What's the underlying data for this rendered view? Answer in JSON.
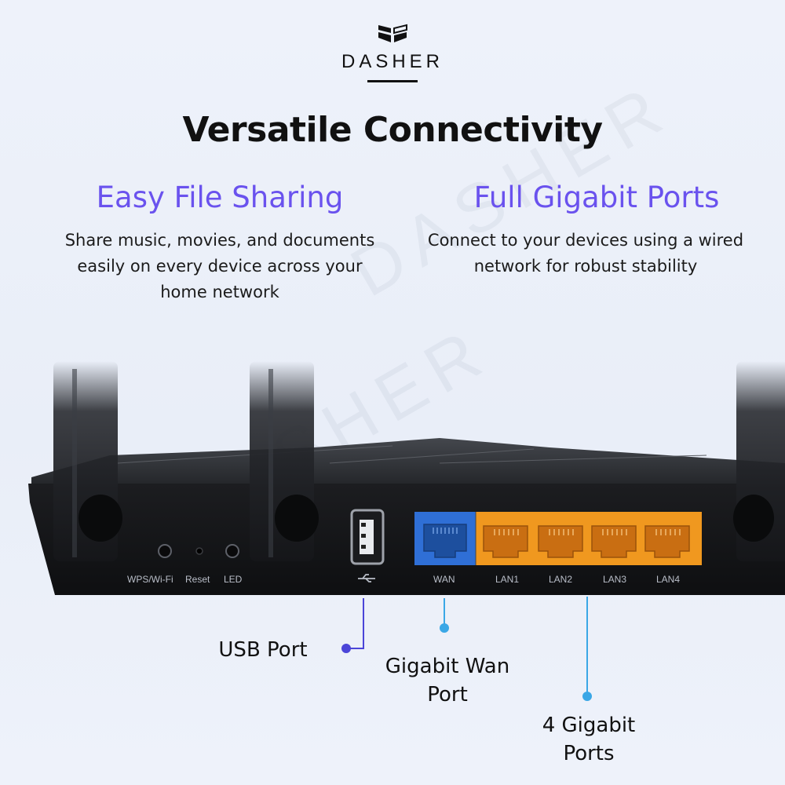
{
  "brand": {
    "name": "DASHER",
    "watermark": "DASHER"
  },
  "title": "Versatile Connectivity",
  "features": [
    {
      "heading": "Easy File Sharing",
      "lines": [
        "Share music, movies, and documents",
        "easily on every device across your",
        "home network"
      ]
    },
    {
      "heading": "Full Gigabit Ports",
      "lines": [
        "Connect to your devices using a wired",
        "network for robust stability"
      ]
    }
  ],
  "router": {
    "button_labels": [
      "WPS/Wi-Fi",
      "Reset",
      "LED"
    ],
    "port_labels": [
      "WAN",
      "LAN1",
      "LAN2",
      "LAN3",
      "LAN4"
    ]
  },
  "callouts": {
    "usb": "USB Port",
    "wan": [
      "Gigabit Wan",
      "Port"
    ],
    "lan": [
      "4 Gigabit",
      "Ports"
    ]
  },
  "colors": {
    "accent": "#6a52ee",
    "wan_port": "#2f6fd6",
    "lan_port": "#f0981f",
    "callout_line": "#3aa7e6",
    "usb_line": "#4b45d8"
  }
}
